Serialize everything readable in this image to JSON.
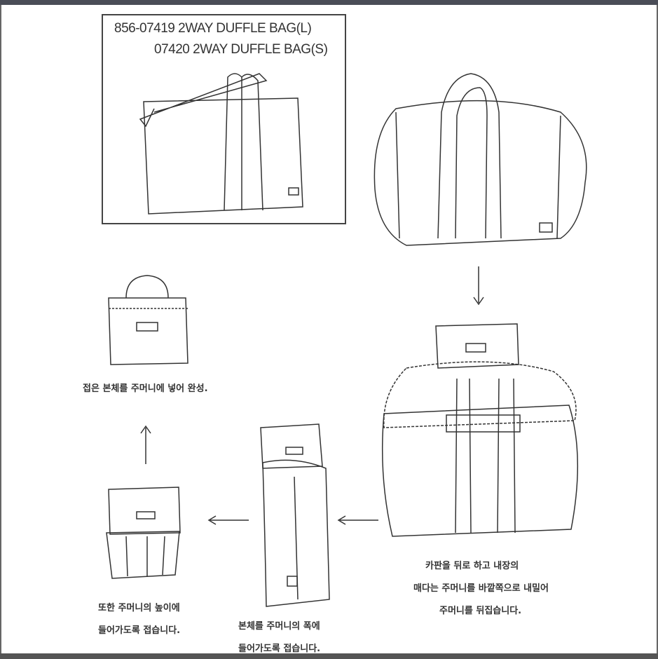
{
  "header": {
    "line1": "856-07419   2WAY DUFFLE BAG(L)",
    "line2": "07420   2WAY DUFFLE BAG(S)"
  },
  "captions": {
    "step1": [
      "카판을 뒤로 하고 내장의",
      "매다는 주머니를 바깥쪽으로 내밀어",
      "주머니를 뒤집습니다."
    ],
    "step2": [
      "본체를 주머니의 폭에",
      "들어가도록 접습니다."
    ],
    "step3": [
      "또한 주머니의 높이에",
      "들어가도록 접습니다."
    ],
    "step4": "접은 본체를 주머니에 넣어 완성."
  }
}
